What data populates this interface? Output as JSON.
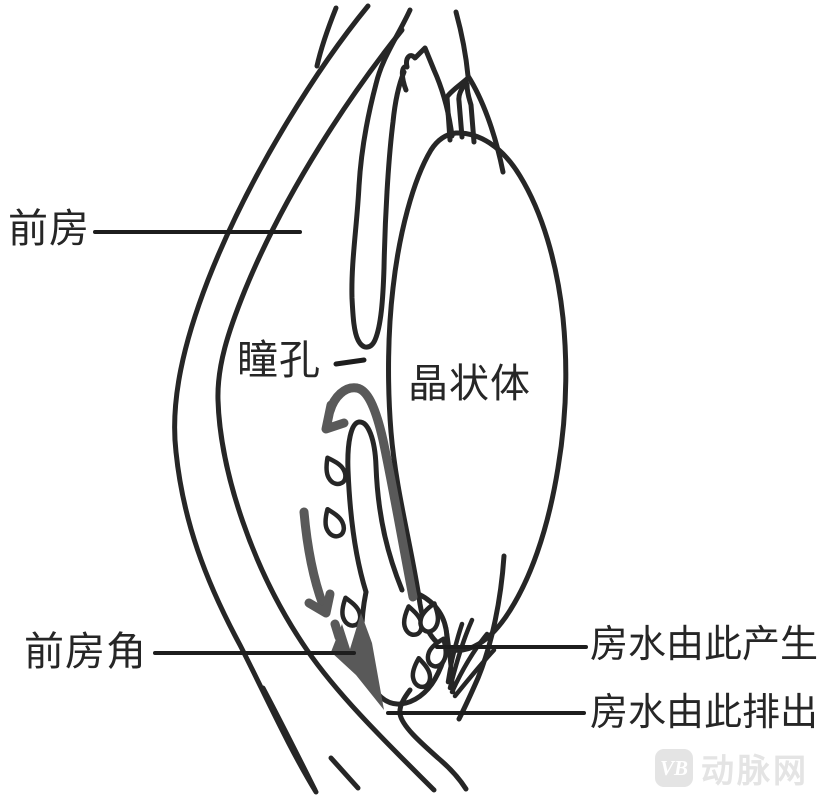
{
  "diagram": {
    "labels": {
      "anterior_chamber": "前房",
      "pupil": "瞳孔",
      "lens": "晶状体",
      "anterior_chamber_angle": "前房角",
      "aqueous_production": "房水由此产生",
      "aqueous_drainage": "房水由此排出"
    },
    "watermark": {
      "badge": "VB",
      "name": "动脉网"
    },
    "colors": {
      "outline": "#262626",
      "flow_arrow": "#595959",
      "droplet_fill": "#ffffff",
      "watermark": "#e4e4e4",
      "background": "#ffffff"
    }
  }
}
